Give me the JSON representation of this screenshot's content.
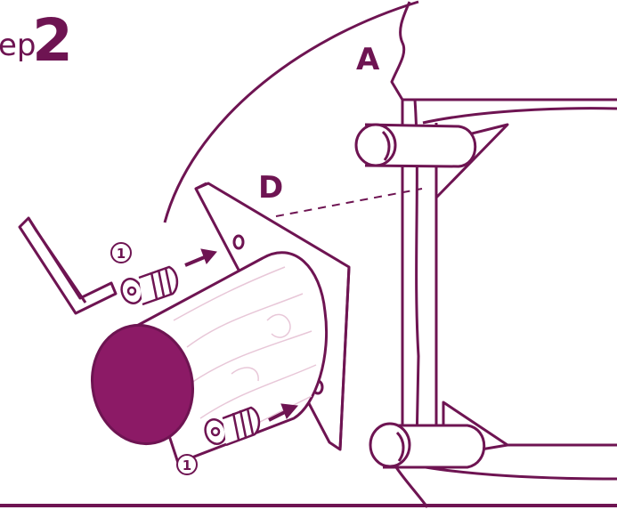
{
  "step": {
    "word": "ep",
    "number": "2"
  },
  "labels": {
    "a": "A",
    "d": "D"
  },
  "callouts": {
    "top_count": "1",
    "bottom_count": "1"
  },
  "colors": {
    "accent": "#6e1452",
    "fill_cap": "#8c1a66",
    "background": "#ffffff"
  }
}
